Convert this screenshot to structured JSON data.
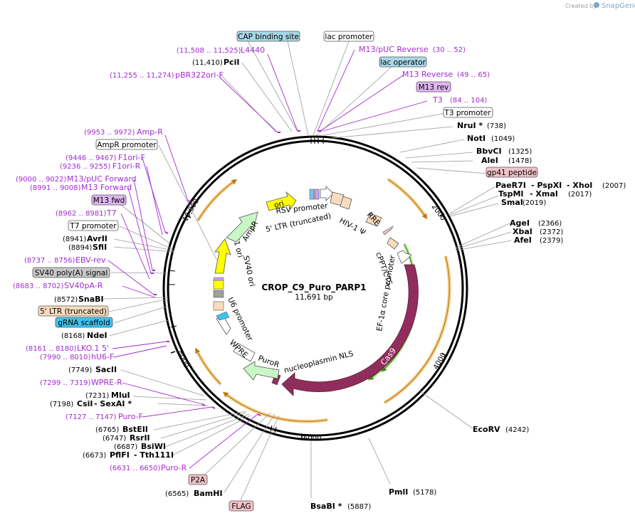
{
  "watermark": {
    "prefix": "Created by",
    "brand": "SnapGene"
  },
  "plasmid": {
    "name": "CROP_C9_Puro_PARP1",
    "size_label": "11,691 bp"
  },
  "ticks": [
    "2000",
    "4000",
    "6000",
    "8000",
    "10,000"
  ],
  "right_sites": [
    {
      "name": "NruI *",
      "coord": "(738)"
    },
    {
      "name": "NotI",
      "coord": "(1049)"
    },
    {
      "name": "BbvCI",
      "coord": "(1325)"
    },
    {
      "name": "AleI",
      "coord": "(1478)"
    },
    {
      "name": "PaeR7I",
      "name2": "PspXI",
      "name3": "XhoI",
      "coord": "(2007)"
    },
    {
      "name": "TspMI",
      "name2": "XmaI",
      "coord": "(2017)"
    },
    {
      "name": "SmaI",
      "coord": "(2019)"
    },
    {
      "name": "AgeI",
      "coord": "(2366)"
    },
    {
      "name": "XbaI",
      "coord": "(2372)"
    },
    {
      "name": "AfeI",
      "coord": "(2379)"
    },
    {
      "name": "EcoRV",
      "coord": "(4242)"
    },
    {
      "name": "PmlI",
      "coord": "(5178)"
    },
    {
      "name": "BsaBI *",
      "coord": "(5887)"
    }
  ],
  "left_sites": [
    {
      "name": "PciI",
      "coord": "(11,410)"
    },
    {
      "name": "AvrII",
      "coord": "(8941)"
    },
    {
      "name": "SfiI",
      "coord": "(8894)"
    },
    {
      "name": "SnaBI",
      "coord": "(8572)"
    },
    {
      "name": "NdeI",
      "coord": "(8168)"
    },
    {
      "name": "SacII",
      "coord": "(7749)"
    },
    {
      "name": "MluI",
      "coord": "(7231)"
    },
    {
      "name": "CsiI",
      "name2": "SexAI *",
      "coord": "(7198)"
    },
    {
      "name": "BstEII",
      "coord": "(6765)"
    },
    {
      "name": "RsrII",
      "coord": "(6747)"
    },
    {
      "name": "BsiWI",
      "coord": "(6687)"
    },
    {
      "name": "PflFI",
      "name2": "Tth111I",
      "coord": "(6673)"
    },
    {
      "name": "BamHI",
      "coord": "(6565)"
    }
  ],
  "primers": [
    {
      "name": "L4440",
      "coord": "(11,508 .. 11,525)"
    },
    {
      "name": "pBR322ori-F",
      "coord": "(11,255 .. 11,274)"
    },
    {
      "name": "M13/pUC Reverse",
      "coord": "(30 .. 52)"
    },
    {
      "name": "M13 Reverse",
      "coord": "(49 .. 65)"
    },
    {
      "name": "T3",
      "coord": "(84 .. 104)"
    },
    {
      "name": "Amp-R",
      "coord": "(9953 .. 9972)"
    },
    {
      "name": "F1ori-F",
      "coord": "(9446 .. 9467)"
    },
    {
      "name": "F1ori-R",
      "coord": "(9236 .. 9255)"
    },
    {
      "name": "M13/pUC Forward",
      "coord": "(9000 .. 9022)"
    },
    {
      "name": "M13 Forward",
      "coord": "(8991 .. 9008)"
    },
    {
      "name": "T7",
      "coord": "(8962 .. 8981)"
    },
    {
      "name": "EBV-rev",
      "coord": "(8737 .. 8756)"
    },
    {
      "name": "SV40pA-R",
      "coord": "(8683 .. 8702)"
    },
    {
      "name": "LKO.1 5'",
      "coord": "(8161 .. 8180)"
    },
    {
      "name": "hU6-F",
      "coord": "(7990 .. 8010)"
    },
    {
      "name": "WPRE-R",
      "coord": "(7299 .. 7319)"
    },
    {
      "name": "Puro-F",
      "coord": "(7127 .. 7147)"
    },
    {
      "name": "Puro-R",
      "coord": "(6631 .. 6650)"
    }
  ],
  "boxed": [
    {
      "label": "CAP binding site",
      "fill": "#a8d8e6"
    },
    {
      "label": "lac promoter",
      "fill": "#ffffff"
    },
    {
      "label": "lac operator",
      "fill": "#a8d8e6"
    },
    {
      "label": "M13 rev",
      "fill": "#e0b5f2"
    },
    {
      "label": "T3 promoter",
      "fill": "#ffffff"
    },
    {
      "label": "gp41 peptide",
      "fill": "#efc3c8"
    },
    {
      "label": "AmpR promoter",
      "fill": "#ffffff"
    },
    {
      "label": "M13 fwd",
      "fill": "#e0b5f2"
    },
    {
      "label": "T7 promoter",
      "fill": "#ffffff"
    },
    {
      "label": "SV40 poly(A) signal",
      "fill": "#c8c8c8"
    },
    {
      "label": "5' LTR (truncated)",
      "fill": "#f9dcbf"
    },
    {
      "label": "gRNA scaffold",
      "fill": "#3cc3ee"
    },
    {
      "label": "P2A",
      "fill": "#efc3c8"
    },
    {
      "label": "FLAG",
      "fill": "#efc3c8"
    }
  ],
  "inner_features": {
    "ori": "ori",
    "rsv": "RSV promoter",
    "ltr5": "5' LTR (truncated)",
    "hiv": "HIV-1 Ψ",
    "rre": "RRE",
    "cppt": "cPPT/CTS",
    "ef1a": "EF-1α core promoter",
    "cas9": "Cas9",
    "nls": "nucleoplasmin NLS",
    "puror": "PuroR",
    "wpre": "WPRE",
    "u6": "U6 promoter",
    "sv40ori": "SV40 ori",
    "f1ori": "f1 ori",
    "ampr": "AmpR"
  },
  "colors": {
    "primer": "#a22bd0",
    "cas9": "#912d5c",
    "ampr": "#c8f7c5",
    "ori": "#ffff00",
    "orange_arc": "#f7d59a",
    "green_arc": "#7ec94a"
  }
}
